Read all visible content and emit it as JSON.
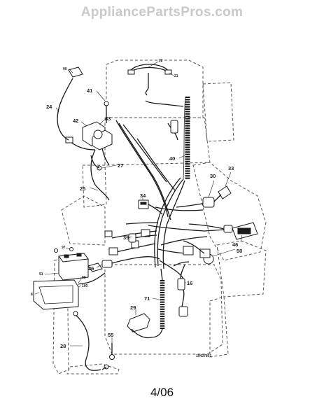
{
  "watermark": "AppliancePartsPros.com",
  "footer": {
    "date": "4/06"
  },
  "drawing_number": "19427801",
  "labels": {
    "l22": "22",
    "l21": "21",
    "l90": "90",
    "l41": "41",
    "l24": "24",
    "l42": "42",
    "l43": "43",
    "l40": "40",
    "l27": "27",
    "l30": "30",
    "l33": "33",
    "l25": "25",
    "l34": "34",
    "l39": "39",
    "l46": "46",
    "l50": "50",
    "l97": "97",
    "l91": "91",
    "l26": "26",
    "l8": "8",
    "l99": "99",
    "l100": "100",
    "l16": "16",
    "l71": "71",
    "l29": "29",
    "l28": "28",
    "l55": "55"
  }
}
